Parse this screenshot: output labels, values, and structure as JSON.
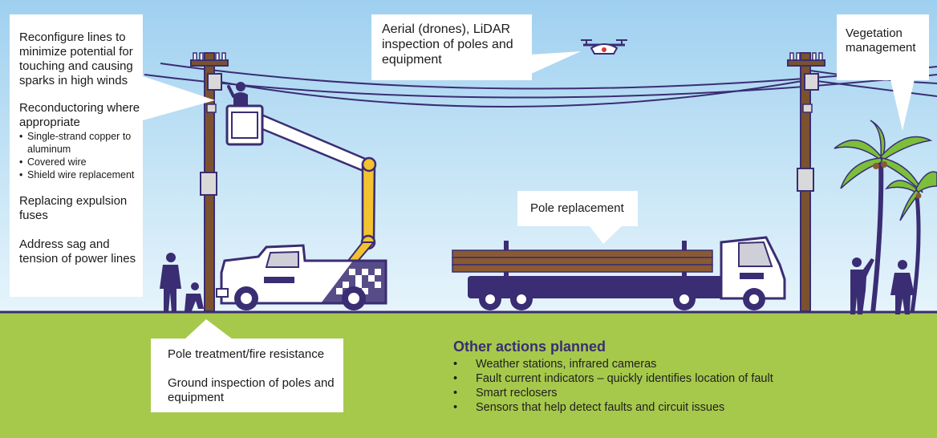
{
  "callouts": {
    "left": {
      "reconfigure": "Reconfigure lines to minimize potential for touching and causing sparks in high winds",
      "reconductoring": "Reconductoring where appropriate",
      "reconductoring_items": [
        "Single-strand copper to aluminum",
        "Covered wire",
        "Shield wire replacement"
      ],
      "expulsion_fuses": "Replacing expulsion fuses",
      "sag": "Address sag and tension of power lines"
    },
    "aerial": "Aerial (drones), LiDAR inspection of poles and equipment",
    "vegetation": "Vegetation management",
    "pole_replacement": "Pole replacement",
    "ground": {
      "treatment": "Pole treatment/fire resistance",
      "inspection": "Ground inspection of poles and equipment"
    }
  },
  "other_actions": {
    "title": "Other actions planned",
    "items": [
      "Weather stations, infrared cameras",
      "Fault current indicators – quickly identifies location of fault",
      "Smart reclosers",
      "Sensors that help detect faults and circuit issues"
    ]
  },
  "colors": {
    "sky_top": "#9fd0f0",
    "sky_bottom": "#e6f4fb",
    "ground": "#a6c94c",
    "purple": "#3a2d73",
    "pole": "#7a5230",
    "boom_yellow": "#f2c230",
    "palm_leaf": "#7bbf3a"
  }
}
